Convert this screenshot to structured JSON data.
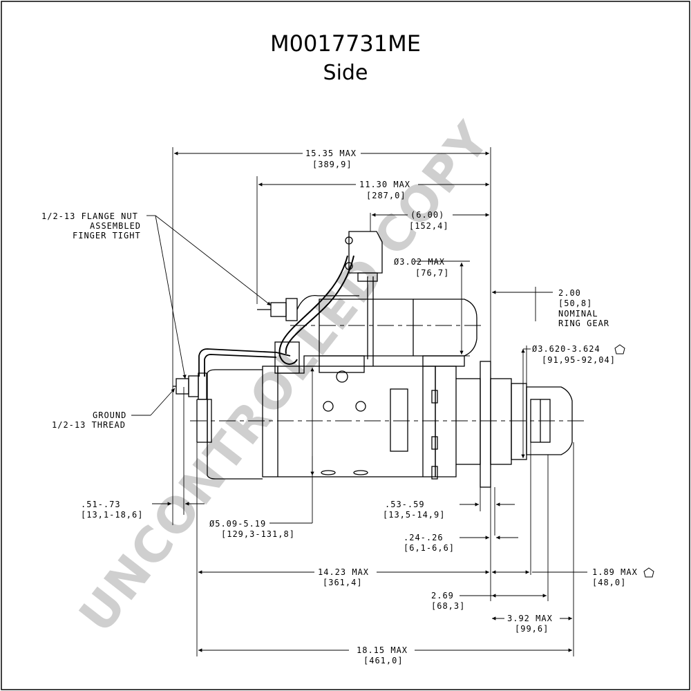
{
  "header": {
    "part_number": "M0017731ME",
    "view": "Side"
  },
  "watermark": "UNCONTROLLED COPY",
  "dimensions": {
    "overall_max": "15.35 MAX",
    "overall_max_mm": "[389,9]",
    "mount_to_end": "11.30 MAX",
    "mount_to_end_mm": "[287,0]",
    "solenoid_offset": "(6.00)",
    "solenoid_offset_mm": "[152,4]",
    "solenoid_dia": "Ø3.02 MAX",
    "solenoid_dia_mm": "[76,7]",
    "ring_gear": "2.00",
    "ring_gear_mm": "[50,8]",
    "ring_gear_note1": "NOMINAL",
    "ring_gear_note2": "RING GEAR",
    "pilot_dia": "Ø3.620-3.624",
    "pilot_dia_mm": "[91,95-92,04]",
    "terminal_stud": ".51-.73",
    "terminal_stud_mm": "[13,1-18,6]",
    "motor_dia": "Ø5.09-5.19",
    "motor_dia_mm": "[129,3-131,8]",
    "flange_thk": ".53-.59",
    "flange_thk_mm": "[13,5-14,9]",
    "flange_gap": ".24-.26",
    "flange_gap_mm": "[6,1-6,6]",
    "motor_length": "14.23 MAX",
    "motor_length_mm": "[361,4]",
    "nose_max": "1.89 MAX",
    "nose_max_mm": "[48,0]",
    "pinion": "2.69",
    "pinion_mm": "[68,3]",
    "nose_length": "3.92 MAX",
    "nose_length_mm": "[99,6]",
    "total_length": "18.15 MAX",
    "total_length_mm": "[461,0]"
  },
  "callouts": {
    "flange_nut_1": "1/2-13 FLANGE NUT",
    "flange_nut_2": "ASSEMBLED",
    "flange_nut_3": "FINGER TIGHT",
    "ground_1": "GROUND",
    "ground_2": "1/2-13 THREAD"
  }
}
